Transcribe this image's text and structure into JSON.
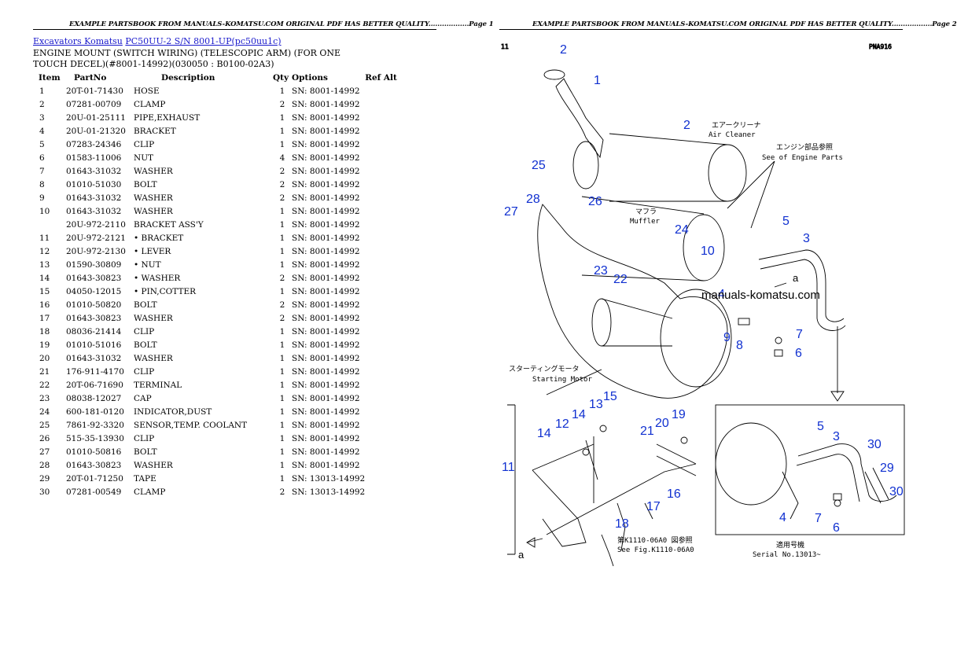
{
  "page1": {
    "header": "EXAMPLE PARTSBOOK FROM MANUALS-KOMATSU.COM ORIGINAL PDF HAS BETTER QUALITY..................Page 1",
    "breadcrumb": {
      "link1": "Excavators Komatsu",
      "link2": "PC50UU-2 S/N 8001-UP(pc50uu1c)"
    },
    "title": "ENGINE MOUNT (SWITCH WIRING) (TELESCOPIC ARM) (FOR ONE TOUCH DECEL)(#8001-14992)(030050 : B0100-02A3)",
    "columns": {
      "item": "Item",
      "partno": "PartNo",
      "description": "Description",
      "qty": "Qty",
      "options": "Options",
      "refalt": "Ref Alt"
    },
    "rows": [
      {
        "item": "1",
        "partno": "20T-01-71430",
        "desc": "HOSE",
        "qty": "1",
        "opt": "SN: 8001-14992"
      },
      {
        "item": "2",
        "partno": "07281-00709",
        "desc": "CLAMP",
        "qty": "2",
        "opt": "SN: 8001-14992"
      },
      {
        "item": "3",
        "partno": "20U-01-25111",
        "desc": "PIPE,EXHAUST",
        "qty": "1",
        "opt": "SN: 8001-14992"
      },
      {
        "item": "4",
        "partno": "20U-01-21320",
        "desc": "BRACKET",
        "qty": "1",
        "opt": "SN: 8001-14992"
      },
      {
        "item": "5",
        "partno": "07283-24346",
        "desc": "CLIP",
        "qty": "1",
        "opt": "SN: 8001-14992"
      },
      {
        "item": "6",
        "partno": "01583-11006",
        "desc": "NUT",
        "qty": "4",
        "opt": "SN: 8001-14992"
      },
      {
        "item": "7",
        "partno": "01643-31032",
        "desc": "WASHER",
        "qty": "2",
        "opt": "SN: 8001-14992"
      },
      {
        "item": "8",
        "partno": "01010-51030",
        "desc": "BOLT",
        "qty": "2",
        "opt": "SN: 8001-14992"
      },
      {
        "item": "9",
        "partno": "01643-31032",
        "desc": "WASHER",
        "qty": "2",
        "opt": "SN: 8001-14992"
      },
      {
        "item": "10",
        "partno": "01643-31032",
        "desc": "WASHER",
        "qty": "1",
        "opt": "SN: 8001-14992"
      },
      {
        "item": "",
        "partno": "20U-972-2110",
        "desc": "BRACKET ASS'Y",
        "qty": "1",
        "opt": "SN: 8001-14992"
      },
      {
        "item": "11",
        "partno": "20U-972-2121",
        "desc": "• BRACKET",
        "qty": "1",
        "opt": "SN: 8001-14992"
      },
      {
        "item": "12",
        "partno": "20U-972-2130",
        "desc": "• LEVER",
        "qty": "1",
        "opt": "SN: 8001-14992"
      },
      {
        "item": "13",
        "partno": "01590-30809",
        "desc": "• NUT",
        "qty": "1",
        "opt": "SN: 8001-14992"
      },
      {
        "item": "14",
        "partno": "01643-30823",
        "desc": "• WASHER",
        "qty": "2",
        "opt": "SN: 8001-14992"
      },
      {
        "item": "15",
        "partno": "04050-12015",
        "desc": "• PIN,COTTER",
        "qty": "1",
        "opt": "SN: 8001-14992"
      },
      {
        "item": "16",
        "partno": "01010-50820",
        "desc": "BOLT",
        "qty": "2",
        "opt": "SN: 8001-14992"
      },
      {
        "item": "17",
        "partno": "01643-30823",
        "desc": "WASHER",
        "qty": "2",
        "opt": "SN: 8001-14992"
      },
      {
        "item": "18",
        "partno": "08036-21414",
        "desc": "CLIP",
        "qty": "1",
        "opt": "SN: 8001-14992"
      },
      {
        "item": "19",
        "partno": "01010-51016",
        "desc": "BOLT",
        "qty": "1",
        "opt": "SN: 8001-14992"
      },
      {
        "item": "20",
        "partno": "01643-31032",
        "desc": "WASHER",
        "qty": "1",
        "opt": "SN: 8001-14992"
      },
      {
        "item": "21",
        "partno": "176-911-4170",
        "desc": "CLIP",
        "qty": "1",
        "opt": "SN: 8001-14992"
      },
      {
        "item": "22",
        "partno": "20T-06-71690",
        "desc": "TERMINAL",
        "qty": "1",
        "opt": "SN: 8001-14992"
      },
      {
        "item": "23",
        "partno": "08038-12027",
        "desc": "CAP",
        "qty": "1",
        "opt": "SN: 8001-14992"
      },
      {
        "item": "24",
        "partno": "600-181-0120",
        "desc": "INDICATOR,DUST",
        "qty": "1",
        "opt": "SN: 8001-14992"
      },
      {
        "item": "25",
        "partno": "7861-92-3320",
        "desc": "SENSOR,TEMP. COOLANT",
        "qty": "1",
        "opt": "SN: 8001-14992"
      },
      {
        "item": "26",
        "partno": "515-35-13930",
        "desc": "CLIP",
        "qty": "1",
        "opt": "SN: 8001-14992"
      },
      {
        "item": "27",
        "partno": "01010-50816",
        "desc": "BOLT",
        "qty": "1",
        "opt": "SN: 8001-14992"
      },
      {
        "item": "28",
        "partno": "01643-30823",
        "desc": "WASHER",
        "qty": "1",
        "opt": "SN: 8001-14992"
      },
      {
        "item": "29",
        "partno": "20T-01-71250",
        "desc": "TAPE",
        "qty": "1",
        "opt": "SN: 13013-14992"
      },
      {
        "item": "30",
        "partno": "07281-00549",
        "desc": "CLAMP",
        "qty": "2",
        "opt": "SN: 13013-14992"
      }
    ]
  },
  "page2": {
    "header": "EXAMPLE PARTSBOOK FROM MANUALS-KOMATSU.COM ORIGINAL PDF HAS BETTER QUALITY..................Page 2",
    "watermark": "manuals-komatsu.com",
    "corner_left": "11",
    "corner_right": "PNA916",
    "labels": {
      "air_cleaner_jp": "エアークリーナ",
      "air_cleaner_en": "Air Cleaner",
      "engine_parts_jp": "エンジン部品参照",
      "engine_parts_en": "See of Engine Parts",
      "muffler_jp": "マフラ",
      "muffler_en": "Muffler",
      "starting_motor_jp": "スターティングモータ",
      "starting_motor_en": "Starting Motor",
      "fig_ref_jp": "第K1110-06A0 図参照",
      "fig_ref_en": "See Fig.K1110-06A0",
      "serial_jp": "適用号機",
      "serial_en": "Serial No.13013~",
      "arrow_a_top": "a",
      "arrow_a_bottom": "a"
    },
    "callouts": [
      "2",
      "1",
      "2",
      "25",
      "26",
      "28",
      "27",
      "24",
      "10",
      "5",
      "3",
      "23",
      "22",
      "4",
      "7",
      "9",
      "8",
      "6",
      "15",
      "13",
      "14",
      "12",
      "14",
      "19",
      "20",
      "21",
      "11",
      "16",
      "17",
      "18",
      "5",
      "3",
      "30",
      "29",
      "30",
      "4",
      "7",
      "6"
    ]
  }
}
